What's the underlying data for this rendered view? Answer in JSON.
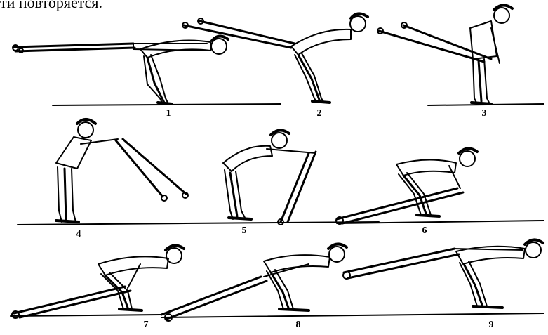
{
  "caption_fragment": "ти повторяется.",
  "frames": [
    {
      "number": "1"
    },
    {
      "number": "2"
    },
    {
      "number": "3"
    },
    {
      "number": "4"
    },
    {
      "number": "5"
    },
    {
      "number": "6"
    },
    {
      "number": "7"
    },
    {
      "number": "8"
    },
    {
      "number": "9"
    }
  ]
}
